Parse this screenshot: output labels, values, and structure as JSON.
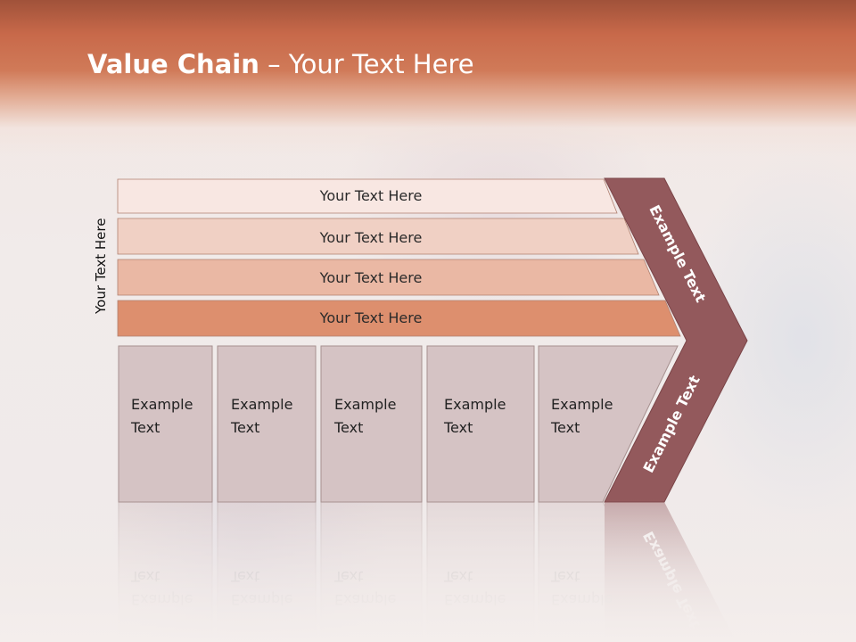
{
  "title": {
    "bold": "Value Chain",
    "rest": " – Your Text Here"
  },
  "side_label": "Your Text Here",
  "bars": [
    {
      "label": "Your Text Here",
      "fill": "#f8e7e2"
    },
    {
      "label": "Your Text Here",
      "fill": "#f0d0c4"
    },
    {
      "label": "Your Text Here",
      "fill": "#eab8a4"
    },
    {
      "label": "Your Text Here",
      "fill": "#dd8f6e"
    }
  ],
  "boxes": [
    {
      "line1": "Example",
      "line2": "Text"
    },
    {
      "line1": "Example",
      "line2": "Text"
    },
    {
      "line1": "Example",
      "line2": "Text"
    },
    {
      "line1": "Example",
      "line2": "Text"
    },
    {
      "line1": "Example",
      "line2": "Text"
    }
  ],
  "chevron": {
    "top_label": "Example Text",
    "bottom_label": "Example Text",
    "fill": "#93595c"
  },
  "colors": {
    "box_fill": "#d5c3c4",
    "box_stroke": "#a6908f",
    "header": "#c8694a"
  }
}
